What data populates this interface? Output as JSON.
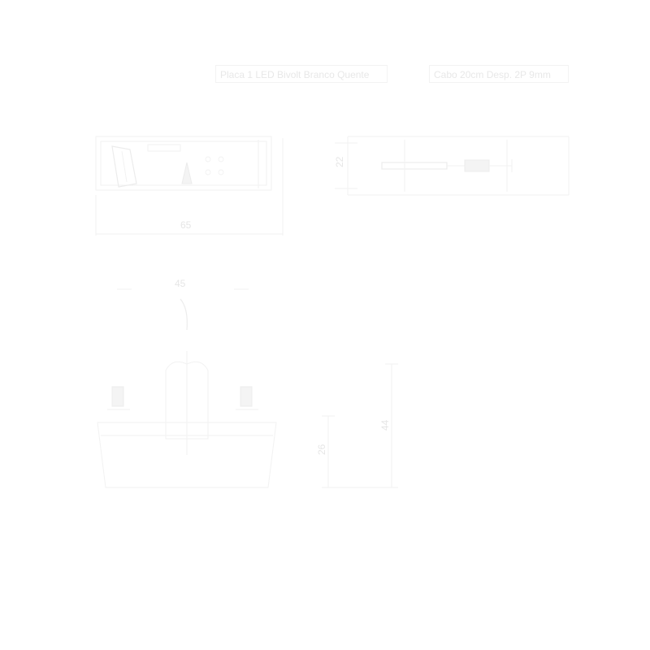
{
  "labels": {
    "plate": "Placa 1 LED Bivolt Branco Quente",
    "cable": "Cabo 20cm Desp. 2P 9mm"
  },
  "dimensions": {
    "plate_width": "65",
    "cable_height": "22",
    "lamp_angle": "45",
    "lamp_height_outer": "44",
    "lamp_height_inner": "26"
  },
  "colors": {
    "line": "#f2f2f2",
    "text": "#e6e6e6",
    "background": "#ffffff"
  }
}
